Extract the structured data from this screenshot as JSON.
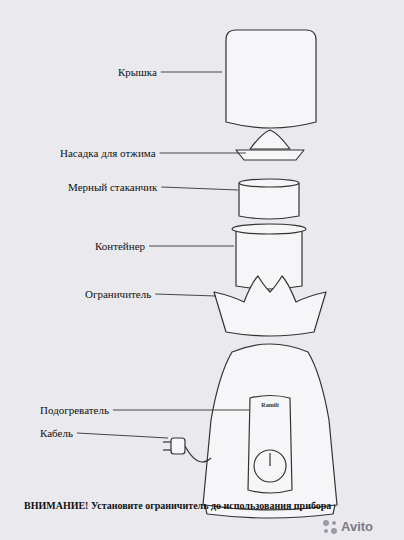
{
  "diagram": {
    "labels": [
      "Крышка",
      "Насадка для отжима",
      "Мерный стаканчик",
      "Контейнер",
      "Ограничитель",
      "Подогреватель",
      "Кабель",
      "Ramili",
      "ВНИМАНИЕ! Установите ограничитель до использования прибора",
      "Avito"
    ]
  }
}
